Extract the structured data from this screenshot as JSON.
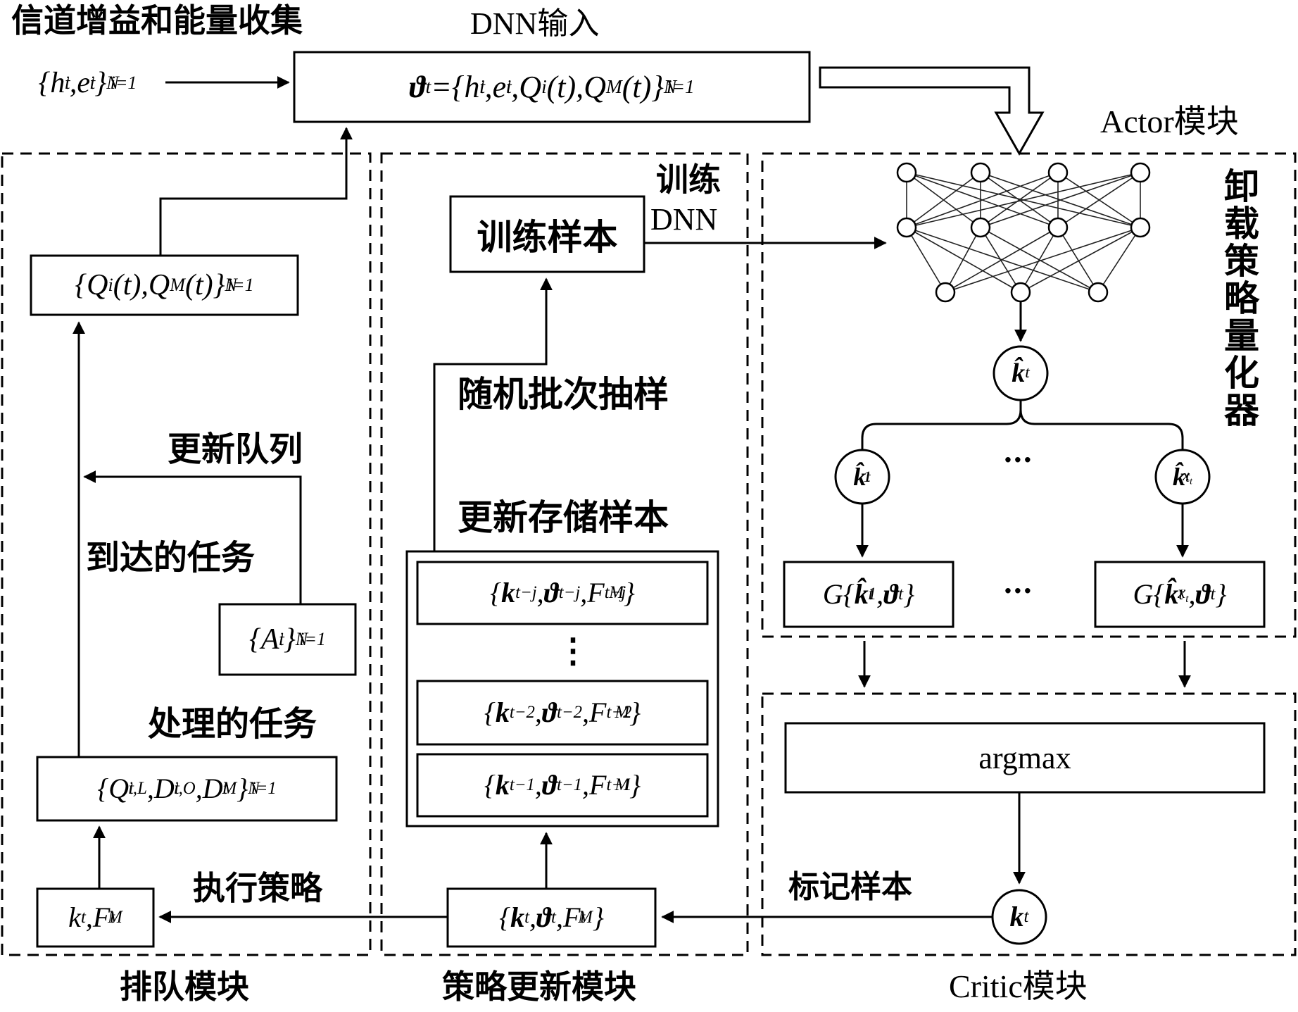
{
  "top": {
    "channel_energy_label": "信道增益和能量收集",
    "dnn_input_label": "DNN输入"
  },
  "modules": {
    "actor_label": "Actor模块",
    "critic_label": "Critic模块",
    "queue_label": "排队模块",
    "policy_update_label": "策略更新模块"
  },
  "actor": {
    "quantizer_label": "卸载策略量化器",
    "dots": "···"
  },
  "critic": {
    "argmax_label": "argmax",
    "mark_sample_label": "标记样本"
  },
  "policy_update": {
    "train_dnn_label_1": "训练",
    "train_dnn_label_2": "DNN",
    "train_sample_label": "训练样本",
    "random_batch_label": "随机批次抽样",
    "update_store_label": "更新存储样本",
    "vdots": "⋮"
  },
  "queue": {
    "update_queue_label": "更新队列",
    "arrived_task_label": "到达的任务",
    "processed_task_label": "处理的任务",
    "execute_policy_label": "执行策略"
  },
  "colors": {
    "line": "#000000",
    "background": "#ffffff"
  }
}
